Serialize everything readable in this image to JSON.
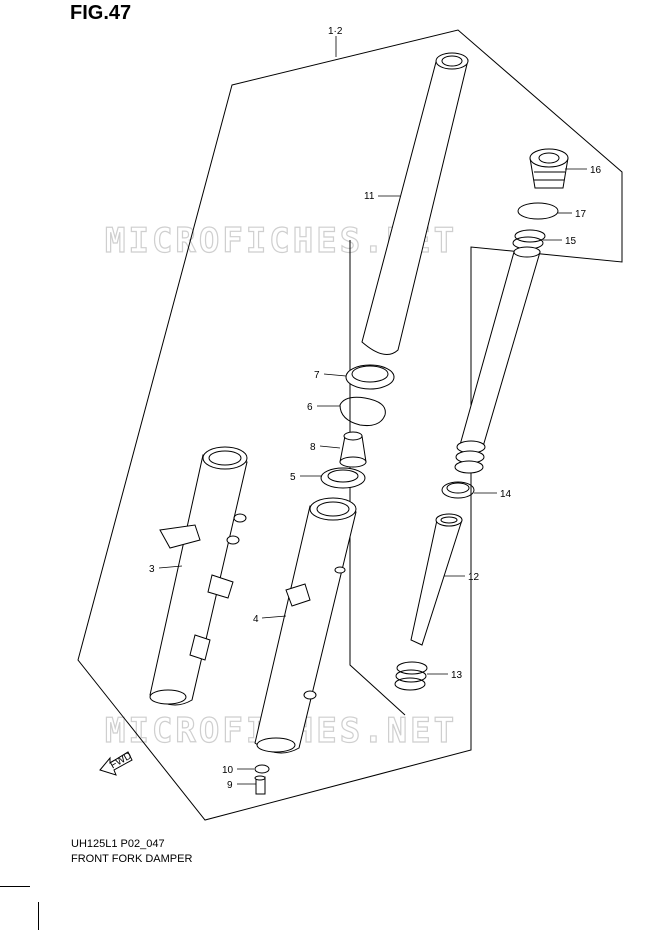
{
  "figure": {
    "title": "FIG.47",
    "code": "UH125L1 P02_047",
    "name": "FRONT FORK DAMPER"
  },
  "watermark": "MICROFICHES.NET",
  "direction": "FWD",
  "callouts": {
    "assembly": "1·2",
    "p3": "3",
    "p4": "4",
    "p5": "5",
    "p6": "6",
    "p7": "7",
    "p8": "8",
    "p9": "9",
    "p10": "10",
    "p11": "11",
    "p12": "12",
    "p13": "13",
    "p14": "14",
    "p15": "15",
    "p16": "16",
    "p17": "17"
  }
}
